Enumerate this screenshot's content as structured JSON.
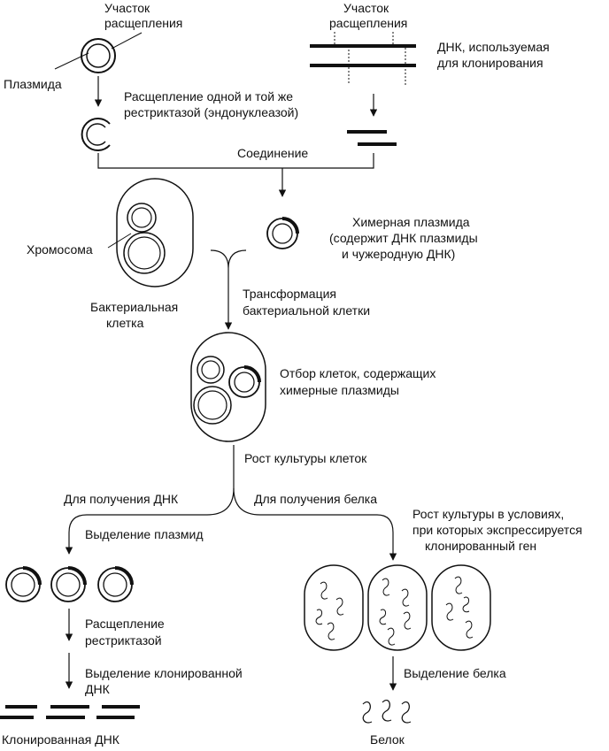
{
  "labels": {
    "cleavage_site_left_1": "Участок",
    "cleavage_site_left_2": "расщепления",
    "cleavage_site_right_1": "Участок",
    "cleavage_site_right_2": "расщепления",
    "plasmid": "Плазмида",
    "dna_for_cloning_1": "ДНК, используемая",
    "dna_for_cloning_2": "для клонирования",
    "cleavage_same_enzyme_1": "Расщепление одной и той же",
    "cleavage_same_enzyme_2": "рестриктазой (эндонуклеазой)",
    "joining": "Соединение",
    "chromosome": "Хромосома",
    "bacterial_cell_1": "Бактериальная",
    "bacterial_cell_2": "клетка",
    "chimeric_plasmid_1": "Химерная плазмида",
    "chimeric_plasmid_2": "(содержит ДНК плазмиды",
    "chimeric_plasmid_3": "и чужеродную ДНК)",
    "transformation_1": "Трансформация",
    "transformation_2": "бактериальной клетки",
    "selection_1": "Отбор клеток, содержащих",
    "selection_2": "химерные плазмиды",
    "culture_growth": "Рост культуры клеток",
    "for_dna": "Для получения ДНК",
    "for_protein": "Для получения белка",
    "plasmid_isolation": "Выделение плазмид",
    "growth_conditions_1": "Рост культуры в условиях,",
    "growth_conditions_2": "при которых экспрессируется",
    "growth_conditions_3": "клонированный ген",
    "restriction_cleavage_1": "Расщепление",
    "restriction_cleavage_2": "рестриктазой",
    "cloned_dna_isolation_1": "Выделение клонированной",
    "cloned_dna_isolation_2": "ДНК",
    "protein_isolation": "Выделение белка",
    "cloned_dna": "Клонированная ДНК",
    "protein": "Белок"
  }
}
